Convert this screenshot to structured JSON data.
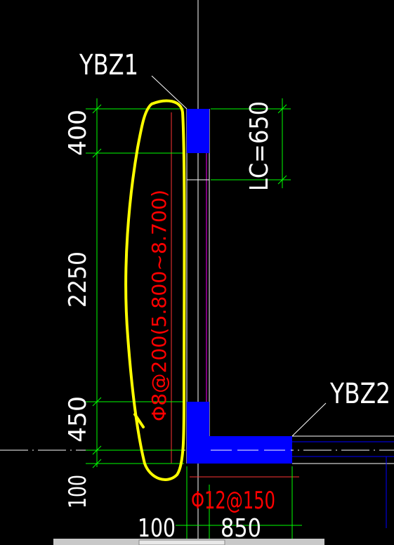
{
  "drawing": {
    "labels": {
      "ybz1": "YBZ1",
      "ybz2": "YBZ2",
      "lc": "LC=650",
      "rebar_vertical": "Φ8@200(5.800~8.700)",
      "rebar_horizontal": "Φ12@150"
    },
    "dimensions": {
      "left_top": "400",
      "left_mid": "2250",
      "left_low": "450",
      "left_bottom": "100",
      "bottom_left": "100",
      "bottom_right": "850"
    }
  },
  "colors": {
    "background": "#000000",
    "text": "#ffffff",
    "dimension_line": "#00ff00",
    "column_fill": "#0000ff",
    "rebar_text": "#ff0000",
    "rebar_line": "#ff3333",
    "highlight": "#ffff00",
    "axis_line": "#ffffff",
    "wall_inner": "#ff00ff"
  }
}
